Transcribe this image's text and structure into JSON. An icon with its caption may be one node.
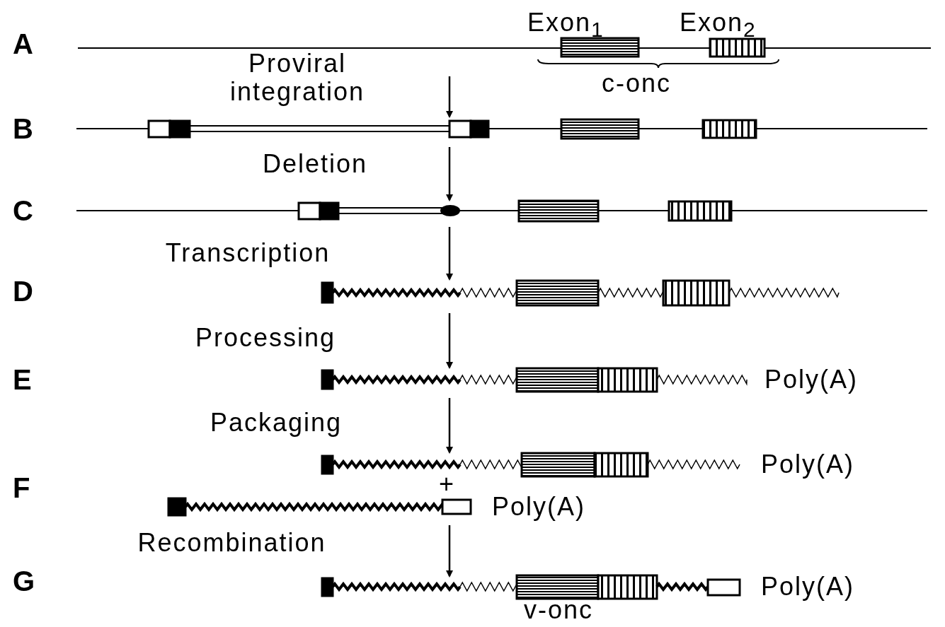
{
  "diagram": {
    "nodes": [
      {
        "text": [],
        "shape": "picture",
        "beside": [
          "Exon$_{1}$",
          "Exon$_{2}$",
          "c-onc"
        ]
      },
      {
        "text": [],
        "shape": "picture"
      },
      {
        "text": [],
        "shape": "picture"
      },
      {
        "text": [],
        "shape": "picture"
      },
      {
        "text": [],
        "shape": "picture",
        "beside": [
          "Poly(A)"
        ]
      },
      {
        "text": [],
        "shape": "picture",
        "beside": [
          "Poly(A)"
        ]
      },
      {
        "text": [],
        "shape": "picture",
        "beside": [
          "Poly(A)",
          "v-onc"
        ]
      }
    ],
    "edges": [
      {
        "from": 0,
        "to": 1,
        "arrow": "to",
        "label": "Proviral integration"
      },
      {
        "from": 1,
        "to": 2,
        "arrow": "to",
        "label": "Deletion"
      },
      {
        "from": 2,
        "to": 3,
        "arrow": "to",
        "label": "Transcription"
      },
      {
        "from": 3,
        "to": 4,
        "arrow": "to",
        "label": "Processing"
      },
      {
        "from": 4,
        "to": 5,
        "arrow": "to",
        "label": "Packaging"
      },
      {
        "from": 5,
        "to": 6,
        "arrow": "to",
        "label": "Recombination"
      }
    ],
    "labels": [
      "A",
      "B",
      "C",
      "D",
      "E",
      "F",
      "+",
      "Poly(A)",
      "G"
    ]
  }
}
